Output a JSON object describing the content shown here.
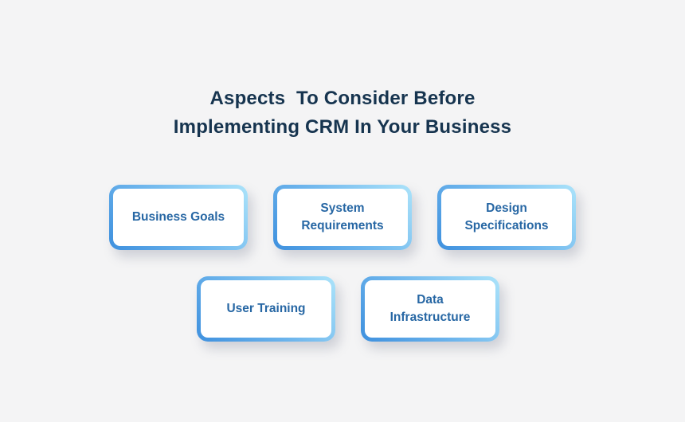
{
  "page": {
    "background_color": "#f4f4f5"
  },
  "title": {
    "line1": "Aspects  To Consider Before",
    "line2": "Implementing CRM In Your Business",
    "color": "#16344f"
  },
  "cards": [
    {
      "label": "Business Goals"
    },
    {
      "label": "System Requirements"
    },
    {
      "label": "Design Specifications"
    },
    {
      "label": "User Training"
    },
    {
      "label": "Data Infrastructure"
    }
  ],
  "colors": {
    "card_background": "#ffffff",
    "card_text": "#2767a4",
    "border_gradient_start": "#3e90de",
    "border_gradient_end": "#abe3fa"
  }
}
